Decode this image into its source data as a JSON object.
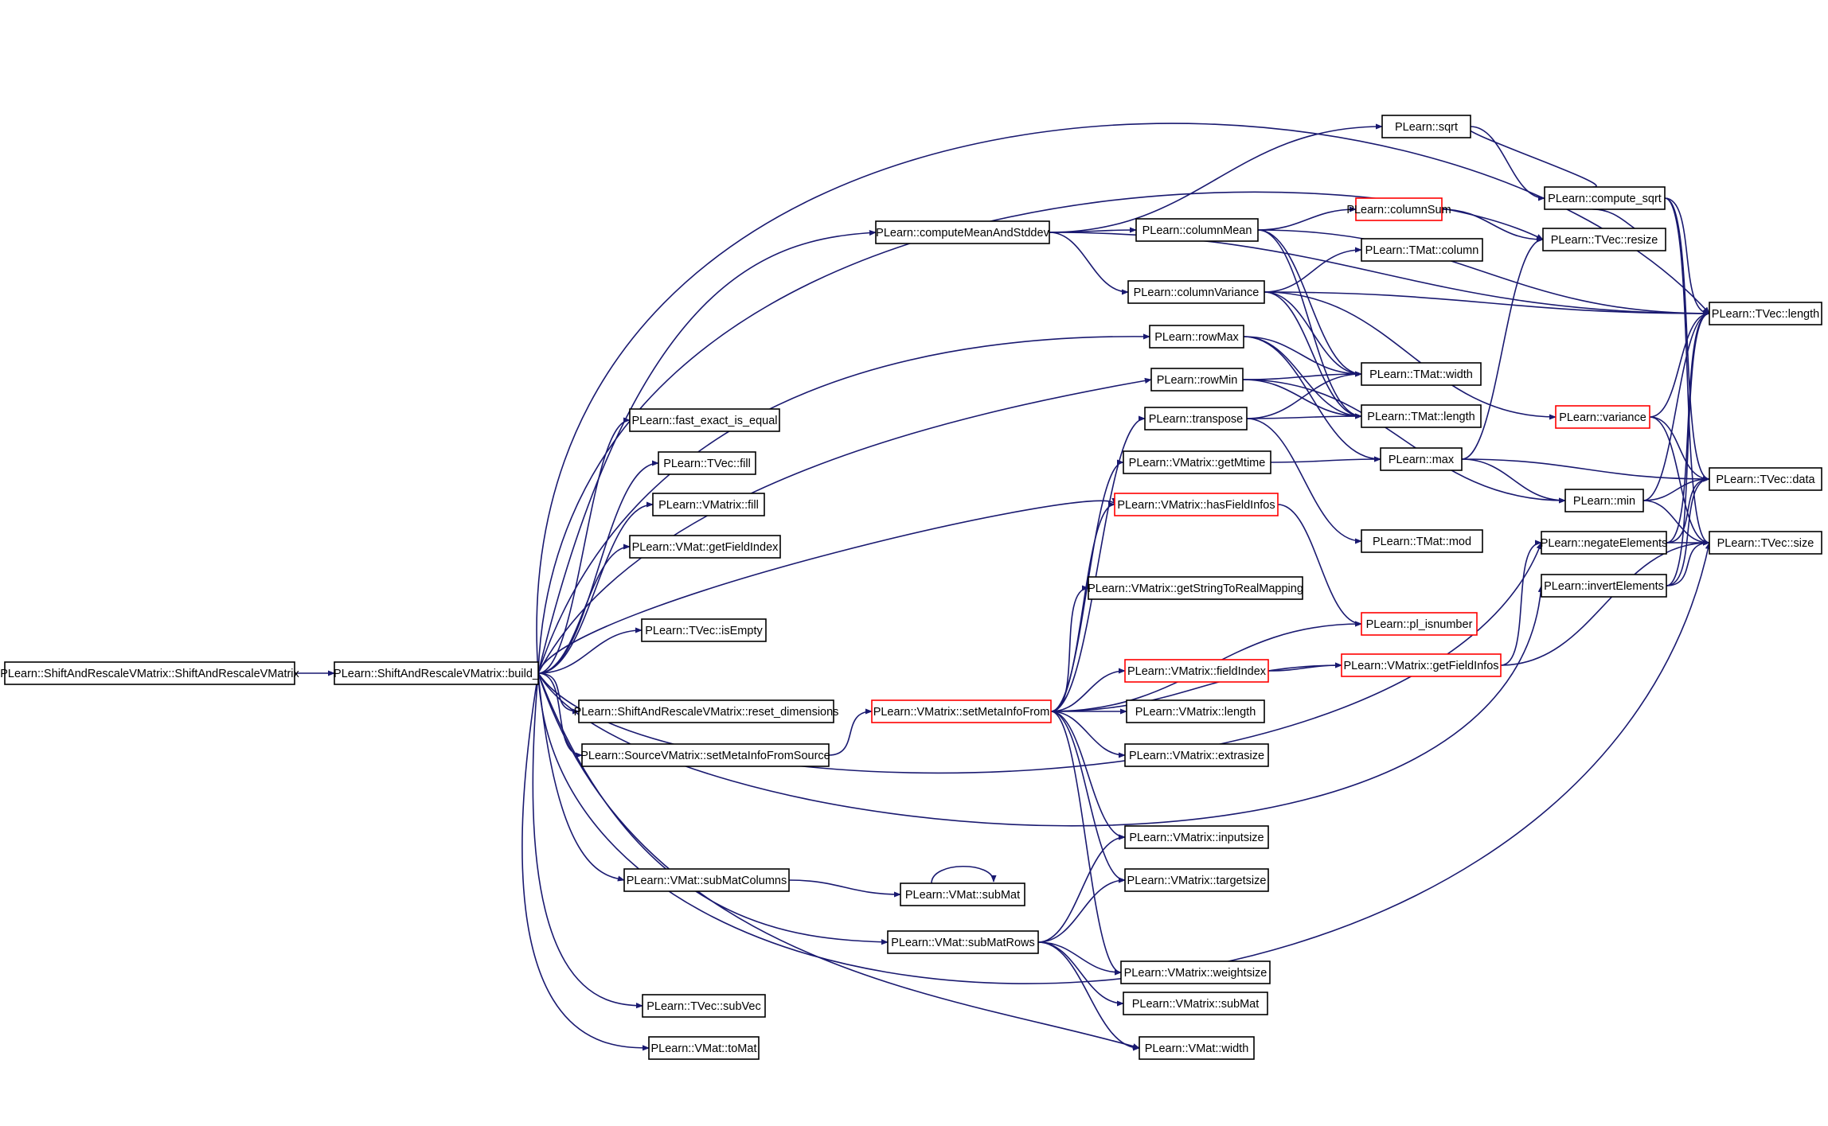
{
  "graph": {
    "colors": {
      "edge": "#191970",
      "node_border": "#000000",
      "node_incomplete_border": "#ff0000",
      "root_fill": "#bfbfbf",
      "node_fill": "#ffffff"
    },
    "nodes": [
      {
        "id": "n0",
        "label": "PLearn::ShiftAndRescaleVMatrix::ShiftAndRescaleVMatrix",
        "root": true
      },
      {
        "id": "n1",
        "label": "PLearn::ShiftAndRescaleVMatrix::build_"
      },
      {
        "id": "n2",
        "label": "PLearn::computeMeanAndStddev"
      },
      {
        "id": "n3",
        "label": "PLearn::fast_exact_is_equal"
      },
      {
        "id": "n4",
        "label": "PLearn::TVec::fill"
      },
      {
        "id": "n5",
        "label": "PLearn::VMatrix::fill"
      },
      {
        "id": "n6",
        "label": "PLearn::VMat::getFieldIndex"
      },
      {
        "id": "n7",
        "label": "PLearn::TVec::isEmpty"
      },
      {
        "id": "n8",
        "label": "PLearn::ShiftAndRescaleVMatrix::reset_dimensions"
      },
      {
        "id": "n9",
        "label": "PLearn::SourceVMatrix::setMetaInfoFromSource"
      },
      {
        "id": "n10",
        "label": "PLearn::VMat::subMatColumns"
      },
      {
        "id": "n11",
        "label": "PLearn::VMat::subMatRows"
      },
      {
        "id": "n12",
        "label": "PLearn::TVec::subVec"
      },
      {
        "id": "n13",
        "label": "PLearn::VMat::toMat"
      },
      {
        "id": "n14",
        "label": "PLearn::columnMean"
      },
      {
        "id": "n15",
        "label": "PLearn::columnVariance"
      },
      {
        "id": "n16",
        "label": "PLearn::rowMax"
      },
      {
        "id": "n17",
        "label": "PLearn::rowMin"
      },
      {
        "id": "n18",
        "label": "PLearn::transpose"
      },
      {
        "id": "n19",
        "label": "PLearn::VMatrix::getMtime"
      },
      {
        "id": "n20",
        "label": "PLearn::VMatrix::hasFieldInfos",
        "incomplete": true
      },
      {
        "id": "n21",
        "label": "PLearn::VMatrix::getStringToRealMapping"
      },
      {
        "id": "n22",
        "label": "PLearn::VMatrix::fieldIndex",
        "incomplete": true
      },
      {
        "id": "n23",
        "label": "PLearn::VMatrix::setMetaInfoFrom",
        "incomplete": true
      },
      {
        "id": "n24",
        "label": "PLearn::VMatrix::length"
      },
      {
        "id": "n25",
        "label": "PLearn::VMatrix::extrasize"
      },
      {
        "id": "n26",
        "label": "PLearn::VMatrix::inputsize"
      },
      {
        "id": "n27",
        "label": "PLearn::VMatrix::targetsize"
      },
      {
        "id": "n28",
        "label": "PLearn::VMat::subMat"
      },
      {
        "id": "n29",
        "label": "PLearn::VMatrix::weightsize"
      },
      {
        "id": "n30",
        "label": "PLearn::VMatrix::subMat"
      },
      {
        "id": "n31",
        "label": "PLearn::VMat::width"
      },
      {
        "id": "n32",
        "label": "PLearn::sqrt"
      },
      {
        "id": "n33",
        "label": "PLearn::columnSum",
        "incomplete": true
      },
      {
        "id": "n34",
        "label": "PLearn::TMat::column"
      },
      {
        "id": "n35",
        "label": "PLearn::TMat::width"
      },
      {
        "id": "n36",
        "label": "PLearn::TMat::length"
      },
      {
        "id": "n37",
        "label": "PLearn::max"
      },
      {
        "id": "n38",
        "label": "PLearn::TMat::mod"
      },
      {
        "id": "n39",
        "label": "PLearn::pl_isnumber",
        "incomplete": true
      },
      {
        "id": "n40",
        "label": "PLearn::VMatrix::getFieldInfos",
        "incomplete": true
      },
      {
        "id": "n41",
        "label": "PLearn::compute_sqrt"
      },
      {
        "id": "n42",
        "label": "PLearn::TVec::resize"
      },
      {
        "id": "n43",
        "label": "PLearn::variance",
        "incomplete": true
      },
      {
        "id": "n44",
        "label": "PLearn::min"
      },
      {
        "id": "n45",
        "label": "PLearn::negateElements"
      },
      {
        "id": "n46",
        "label": "PLearn::invertElements"
      },
      {
        "id": "n47",
        "label": "PLearn::TVec::length"
      },
      {
        "id": "n48",
        "label": "PLearn::TVec::data"
      },
      {
        "id": "n49",
        "label": "PLearn::TVec::size"
      }
    ],
    "edges": [
      [
        "n0",
        "n1"
      ],
      [
        "n1",
        "n2"
      ],
      [
        "n1",
        "n3"
      ],
      [
        "n1",
        "n4"
      ],
      [
        "n1",
        "n5"
      ],
      [
        "n1",
        "n6"
      ],
      [
        "n1",
        "n7"
      ],
      [
        "n1",
        "n8"
      ],
      [
        "n1",
        "n9"
      ],
      [
        "n1",
        "n10"
      ],
      [
        "n1",
        "n11"
      ],
      [
        "n1",
        "n12"
      ],
      [
        "n1",
        "n13"
      ],
      [
        "n1",
        "n16"
      ],
      [
        "n1",
        "n17"
      ],
      [
        "n1",
        "n20"
      ],
      [
        "n1",
        "n31"
      ],
      [
        "n1",
        "n42"
      ],
      [
        "n1",
        "n45"
      ],
      [
        "n1",
        "n46"
      ],
      [
        "n1",
        "n47"
      ],
      [
        "n1",
        "n49"
      ],
      [
        "n2",
        "n32"
      ],
      [
        "n2",
        "n14"
      ],
      [
        "n2",
        "n15"
      ],
      [
        "n2",
        "n47"
      ],
      [
        "n9",
        "n23"
      ],
      [
        "n10",
        "n28"
      ],
      [
        "n11",
        "n26"
      ],
      [
        "n11",
        "n27"
      ],
      [
        "n11",
        "n29"
      ],
      [
        "n11",
        "n30"
      ],
      [
        "n11",
        "n31"
      ],
      [
        "n14",
        "n33"
      ],
      [
        "n14",
        "n35"
      ],
      [
        "n14",
        "n36"
      ],
      [
        "n14",
        "n47"
      ],
      [
        "n15",
        "n34"
      ],
      [
        "n15",
        "n35"
      ],
      [
        "n15",
        "n36"
      ],
      [
        "n15",
        "n43"
      ],
      [
        "n15",
        "n47"
      ],
      [
        "n16",
        "n35"
      ],
      [
        "n16",
        "n36"
      ],
      [
        "n16",
        "n37"
      ],
      [
        "n17",
        "n35"
      ],
      [
        "n17",
        "n36"
      ],
      [
        "n17",
        "n44"
      ],
      [
        "n18",
        "n35"
      ],
      [
        "n18",
        "n36"
      ],
      [
        "n18",
        "n38"
      ],
      [
        "n19",
        "n37"
      ],
      [
        "n20",
        "n39"
      ],
      [
        "n22",
        "n40"
      ],
      [
        "n23",
        "n18"
      ],
      [
        "n23",
        "n19"
      ],
      [
        "n23",
        "n20"
      ],
      [
        "n23",
        "n21"
      ],
      [
        "n23",
        "n22"
      ],
      [
        "n23",
        "n24"
      ],
      [
        "n23",
        "n25"
      ],
      [
        "n23",
        "n26"
      ],
      [
        "n23",
        "n27"
      ],
      [
        "n23",
        "n29"
      ],
      [
        "n23",
        "n39"
      ],
      [
        "n23",
        "n40"
      ],
      [
        "n28",
        "n28"
      ],
      [
        "n32",
        "n41"
      ],
      [
        "n33",
        "n42"
      ],
      [
        "n37",
        "n42"
      ],
      [
        "n37",
        "n44"
      ],
      [
        "n37",
        "n48"
      ],
      [
        "n40",
        "n45"
      ],
      [
        "n40",
        "n49"
      ],
      [
        "n41",
        "n32"
      ],
      [
        "n41",
        "n42"
      ],
      [
        "n41",
        "n47"
      ],
      [
        "n41",
        "n48"
      ],
      [
        "n41",
        "n49"
      ],
      [
        "n43",
        "n47"
      ],
      [
        "n43",
        "n48"
      ],
      [
        "n43",
        "n49"
      ],
      [
        "n44",
        "n47"
      ],
      [
        "n44",
        "n48"
      ],
      [
        "n44",
        "n49"
      ],
      [
        "n45",
        "n47"
      ],
      [
        "n45",
        "n48"
      ],
      [
        "n45",
        "n49"
      ],
      [
        "n46",
        "n47"
      ],
      [
        "n46",
        "n48"
      ],
      [
        "n46",
        "n49"
      ]
    ]
  }
}
